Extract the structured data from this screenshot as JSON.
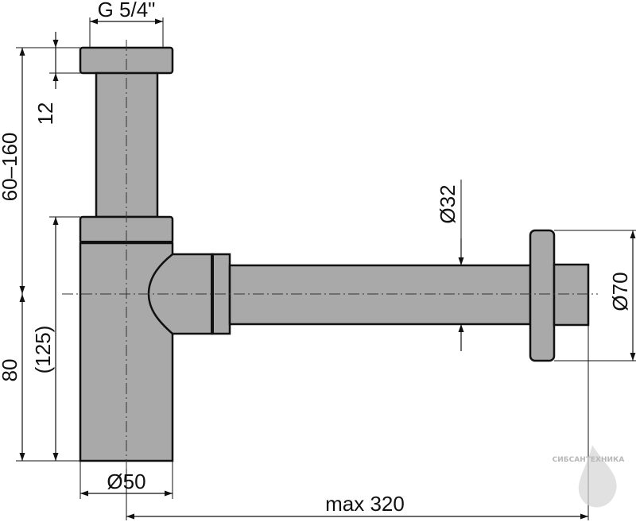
{
  "colors": {
    "background": "#ffffff",
    "pipe_fill": "#a9a9a9",
    "outline": "#111111",
    "centerline": "#333333",
    "watermark": "#c4c4c4"
  },
  "dimensions": {
    "thread": "G 5/4\"",
    "flange_height": "12",
    "height_range": "60–160",
    "height_low": "80",
    "height_alt": "(125)",
    "outlet_diameter": "Ø32",
    "rosette_diameter": "Ø70",
    "body_diameter": "Ø50",
    "max_length": "max 320"
  },
  "watermark": {
    "brand": "СИБСАНТЕХНИКА"
  }
}
